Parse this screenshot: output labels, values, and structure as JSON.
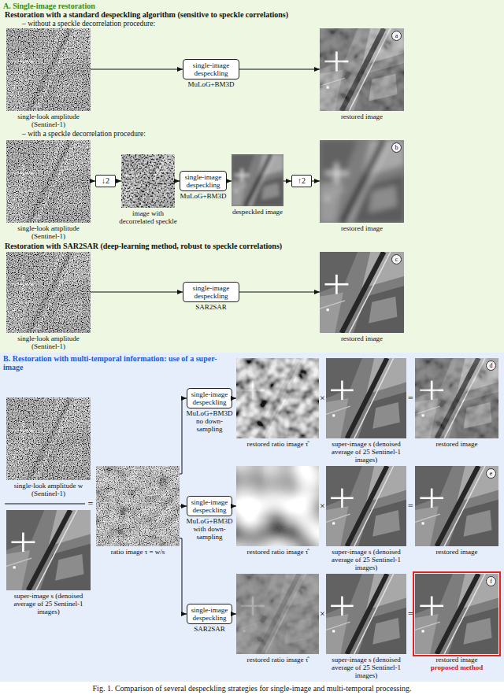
{
  "diagram": {
    "caption": "Fig. 1. Comparison of several despeckling strategies for single-image and multi-temporal processing.",
    "nodes": [
      {
        "text": [
          "A. Single-image restoration"
        ]
      },
      {
        "text": [
          "B. Restoration with multi-temporal information: use of a super-image"
        ]
      },
      {
        "text": [
          "single-look amplitude (Sentinel-1)"
        ],
        "in": 0
      },
      {
        "text": [
          "single-image despeckling",
          "MuLoG+BM3D"
        ],
        "in": 0
      },
      {
        "text": [
          "restored image",
          "a"
        ],
        "in": 0
      },
      {
        "text": [
          "single-look amplitude (Sentinel-1)"
        ],
        "in": 0
      },
      {
        "text": [
          "↓2"
        ],
        "in": 0
      },
      {
        "text": [
          "image with decorrelated speckle"
        ],
        "in": 0
      },
      {
        "text": [
          "single-image despeckling",
          "MuLoG+BM3D"
        ],
        "in": 0
      },
      {
        "text": [
          "despeckled image"
        ],
        "in": 0
      },
      {
        "text": [
          "↑2"
        ],
        "in": 0
      },
      {
        "text": [
          "restored image",
          "b"
        ],
        "in": 0
      },
      {
        "text": [
          "single-look amplitude (Sentinel-1)"
        ],
        "in": 0
      },
      {
        "text": [
          "single-image despeckling",
          "SAR2SAR"
        ],
        "in": 0
      },
      {
        "text": [
          "restored image",
          "c"
        ],
        "in": 0
      },
      {
        "text": [
          "single-look amplitude w (Sentinel-1)"
        ],
        "in": 1
      },
      {
        "text": [
          "super-image s (denoised average of 25 Sentinel-1 images)"
        ],
        "in": 1
      },
      {
        "text": [
          "ratio image τ = w/s"
        ],
        "in": 1
      },
      {
        "text": [
          "single-image despeckling",
          "MuLoG+BM3D no down-sampling"
        ],
        "in": 1
      },
      {
        "text": [
          "single-image despeckling",
          "MuLoG+BM3D with down-sampling"
        ],
        "in": 1
      },
      {
        "text": [
          "single-image despeckling",
          "SAR2SAR"
        ],
        "in": 1
      },
      {
        "text": [
          "restored ratio image τ̂"
        ],
        "in": 1
      },
      {
        "text": [
          "super-image s (denoised average of 25 Sentinel-1 images)"
        ],
        "in": 1
      },
      {
        "text": [
          "restored image",
          "d"
        ],
        "in": 1
      },
      {
        "text": [
          "restored ratio image τ̂"
        ],
        "in": 1
      },
      {
        "text": [
          "super-image s (denoised average of 25 Sentinel-1 images)"
        ],
        "in": 1
      },
      {
        "text": [
          "restored image",
          "e"
        ],
        "in": 1
      },
      {
        "text": [
          "restored ratio image τ̂"
        ],
        "in": 1
      },
      {
        "text": [
          "super-image s (denoised average of 25 Sentinel-1 images)"
        ],
        "in": 1
      },
      {
        "text": [
          "restored image",
          "f",
          "proposed method"
        ],
        "in": 1
      }
    ],
    "edges": [
      {
        "from": 2,
        "to": 3,
        "arrow": "to"
      },
      {
        "from": 3,
        "to": 4,
        "arrow": "to"
      },
      {
        "from": 5,
        "to": 6,
        "arrow": "to"
      },
      {
        "from": 6,
        "to": 7,
        "arrow": "to"
      },
      {
        "from": 7,
        "to": 8,
        "arrow": "to"
      },
      {
        "from": 8,
        "to": 9,
        "arrow": "to"
      },
      {
        "from": 9,
        "to": 10,
        "arrow": "to"
      },
      {
        "from": 10,
        "to": 11,
        "arrow": "to"
      },
      {
        "from": 12,
        "to": 13,
        "arrow": "to"
      },
      {
        "from": 13,
        "to": 14,
        "arrow": "to"
      },
      {
        "from": 17,
        "to": 18,
        "arrow": "to"
      },
      {
        "from": 17,
        "to": 19,
        "arrow": "to"
      },
      {
        "from": 17,
        "to": 20,
        "arrow": "to"
      },
      {
        "from": 18,
        "to": 21,
        "arrow": "to"
      },
      {
        "from": 19,
        "to": 24,
        "arrow": "to"
      },
      {
        "from": 20,
        "to": 27,
        "arrow": "to"
      }
    ],
    "labels": [
      "Restoration with a standard despeckling algorithm (sensitive to speckle correlations)",
      "– without a speckle decorrelation procedure:",
      "– with a speckle decorrelation procedure:",
      "Restoration with SAR2SAR (deep-learning method, robust to speckle correlations)",
      "×",
      "=",
      "×",
      "=",
      "×",
      "=",
      "="
    ]
  }
}
